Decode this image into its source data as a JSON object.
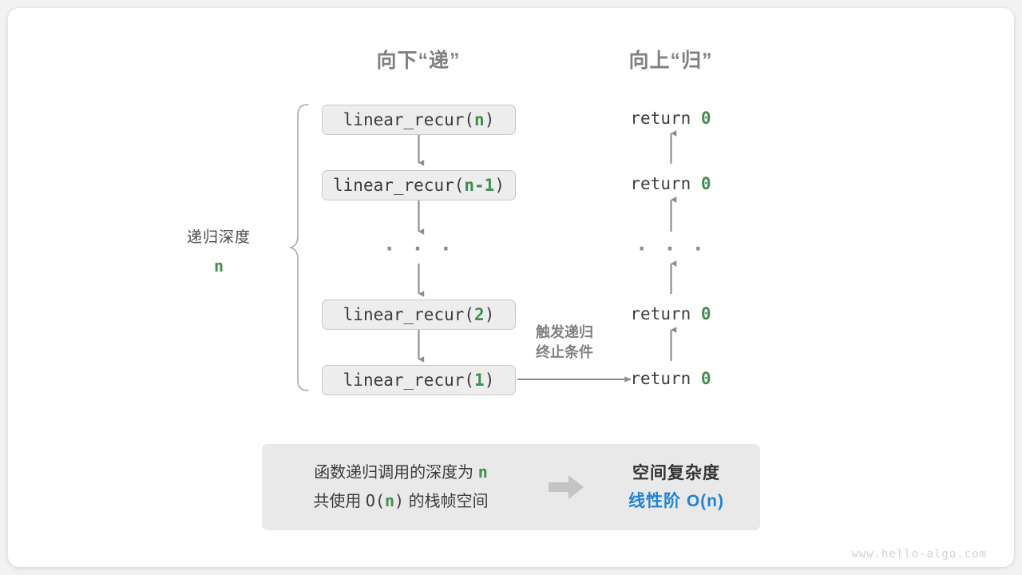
{
  "colors": {
    "green": "#3f8f4f",
    "blue": "#1f84d6",
    "gray_text": "#808080",
    "box_fill": "#ededed",
    "panel_fill": "#e9e9e9",
    "arrow": "#8c8c8c"
  },
  "headings": {
    "down": "向下“递”",
    "up": "向上“归”"
  },
  "depth": {
    "label": "递归深度",
    "value": "n"
  },
  "calls": [
    {
      "prefix": "linear_recur(",
      "arg": "n",
      "suffix": ")"
    },
    {
      "prefix": "linear_recur(",
      "arg": "n-1",
      "suffix": ")"
    },
    {
      "prefix": "linear_recur(",
      "arg": "2",
      "suffix": ")"
    },
    {
      "prefix": "linear_recur(",
      "arg": "1",
      "suffix": ")"
    }
  ],
  "ellipsis": "· · ·",
  "returns": [
    {
      "keyword": "return",
      "value": "0"
    },
    {
      "keyword": "return",
      "value": "0"
    },
    {
      "keyword": "return",
      "value": "0"
    },
    {
      "keyword": "return",
      "value": "0"
    }
  ],
  "terminate_note": {
    "line1": "触发递归",
    "line2": "终止条件"
  },
  "summary": {
    "left_line1_a": "函数递归调用的深度为",
    "left_line1_n": "n",
    "left_line2_a": "共使用",
    "left_line2_o": "O(",
    "left_line2_n": "n",
    "left_line2_c": ")",
    "left_line2_b": "的栈帧空间",
    "right_title": "空间复杂度",
    "right_value": "线性阶  O(n)"
  },
  "watermark": "www.hello-algo.com"
}
